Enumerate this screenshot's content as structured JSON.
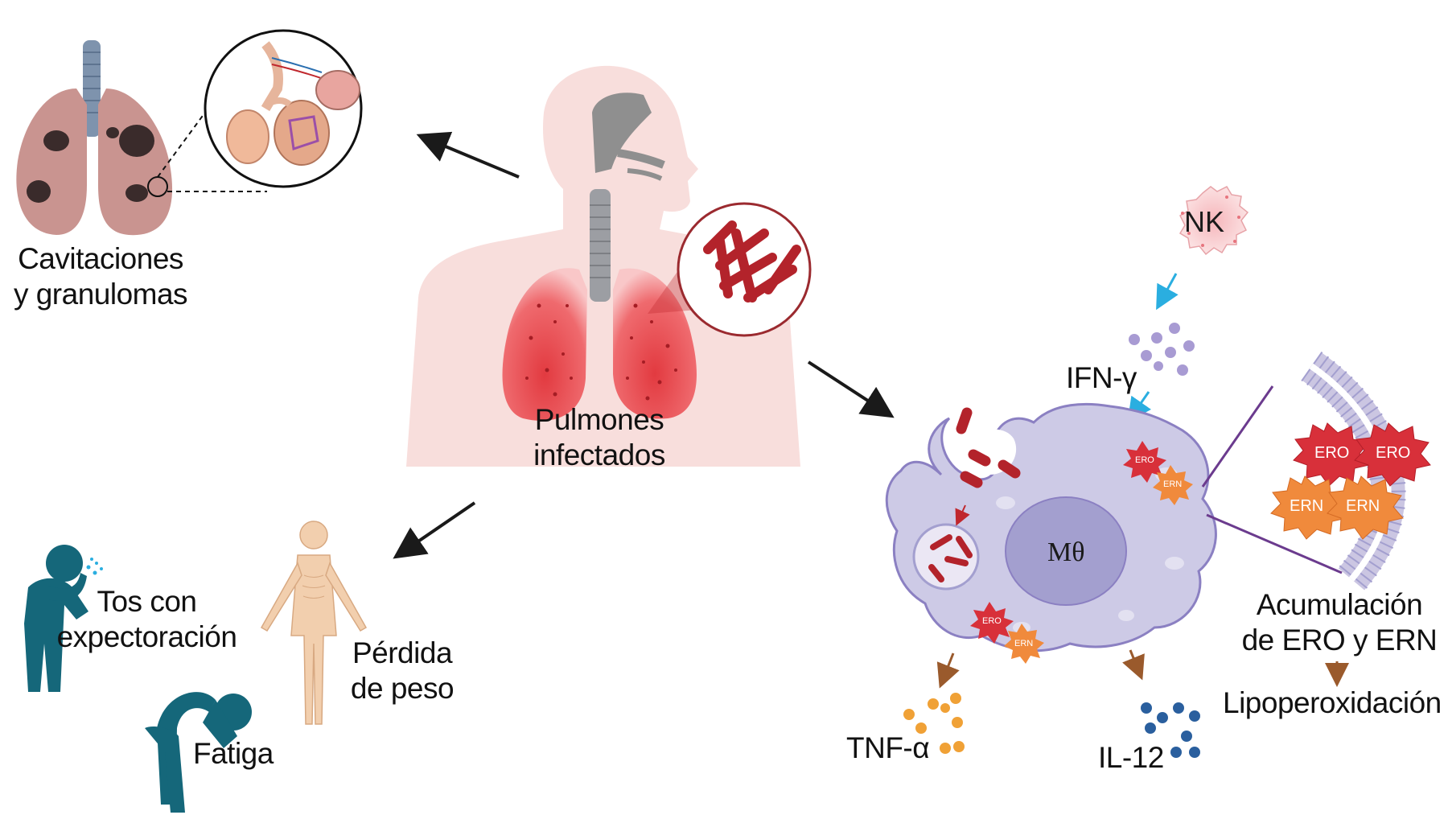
{
  "labels": {
    "cavitations_line1": "Cavitaciones",
    "cavitations_line2": "y granulomas",
    "infected_lungs_line1": "Pulmones",
    "infected_lungs_line2": "infectados",
    "cough_line1": "Tos con",
    "cough_line2": "expectoración",
    "fatigue": "Fatiga",
    "weight_loss_line1": "Pérdida",
    "weight_loss_line2": "de peso",
    "nk": "NK",
    "ifn_gamma": "IFN-γ",
    "macrophage": "Mθ",
    "tnf_alpha": "TNF-α",
    "il12": "IL-12",
    "accumulation_line1": "Acumulación",
    "accumulation_line2": "de ERO y ERN",
    "lipoperoxidation": "Lipoperoxidación",
    "ero": "ERO",
    "ern": "ERN"
  },
  "colors": {
    "silhouette": "#f8dedc",
    "lung_red": "#e63f45",
    "bacteria": "#b3232b",
    "macrophage": "#cdcae6",
    "macrophage_edge": "#8b80c2",
    "patient_teal": "#15677a",
    "ero_star": "#d8303a",
    "ern_star": "#f08a3c",
    "tnf_dots": "#f0a136",
    "il12_dots": "#2a5f9e",
    "ifn_dots": "#a89bd3",
    "nk_cell": "#f7cfd1",
    "arrow_black": "#1a1a1a",
    "arrow_cyan": "#2aaee0",
    "arrow_brown": "#9a5a2c"
  },
  "icons": [
    "lungs-icon",
    "alveoli-magnifier-icon",
    "human-silhouette-icon",
    "bacteria-icon",
    "coughing-person-icon",
    "fatigued-person-icon",
    "thin-body-icon",
    "nk-cell-icon",
    "macrophage-icon",
    "membrane-icon"
  ]
}
